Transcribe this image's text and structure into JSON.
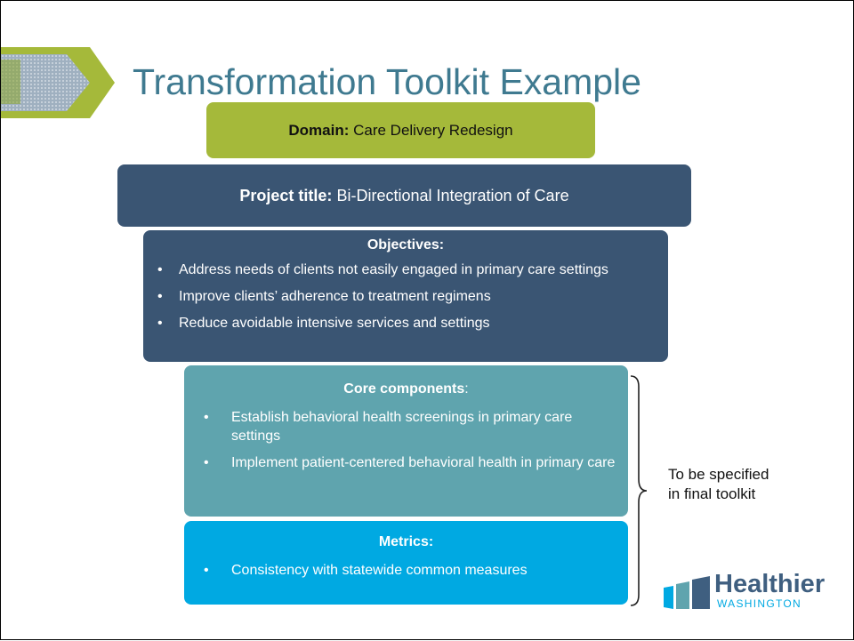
{
  "slide": {
    "title": "Transformation Toolkit Example",
    "domain": {
      "label": "Domain:",
      "value": "Care Delivery Redesign"
    },
    "project": {
      "label": "Project title:",
      "value": "Bi-Directional Integration of Care"
    },
    "objectives": {
      "heading": "Objectives:",
      "items": [
        "Address needs of clients not easily engaged in primary care settings",
        "Improve clients’ adherence to treatment regimens",
        "Reduce avoidable intensive services and settings"
      ]
    },
    "core_components": {
      "heading": "Core components",
      "heading_suffix": ":",
      "items": [
        "Establish behavioral health screenings in primary care settings",
        "Implement patient-centered behavioral health in primary care"
      ]
    },
    "metrics": {
      "heading": "Metrics:",
      "items": [
        "Consistency with statewide common measures"
      ]
    },
    "note": {
      "line1": "To be specified",
      "line2": "in final toolkit"
    },
    "bullet_char": "•",
    "logo": {
      "word": "Healthier",
      "sub": "WASHINGTON"
    },
    "colors": {
      "title": "#3f7a90",
      "domain_box": "#a5b93a",
      "project_box": "#3a5573",
      "objectives_box": "#3a5573",
      "core_box": "#5fa4ae",
      "metrics_box": "#00a9e2",
      "logo_word": "#3f5f80",
      "logo_sub": "#00a9e2"
    }
  }
}
